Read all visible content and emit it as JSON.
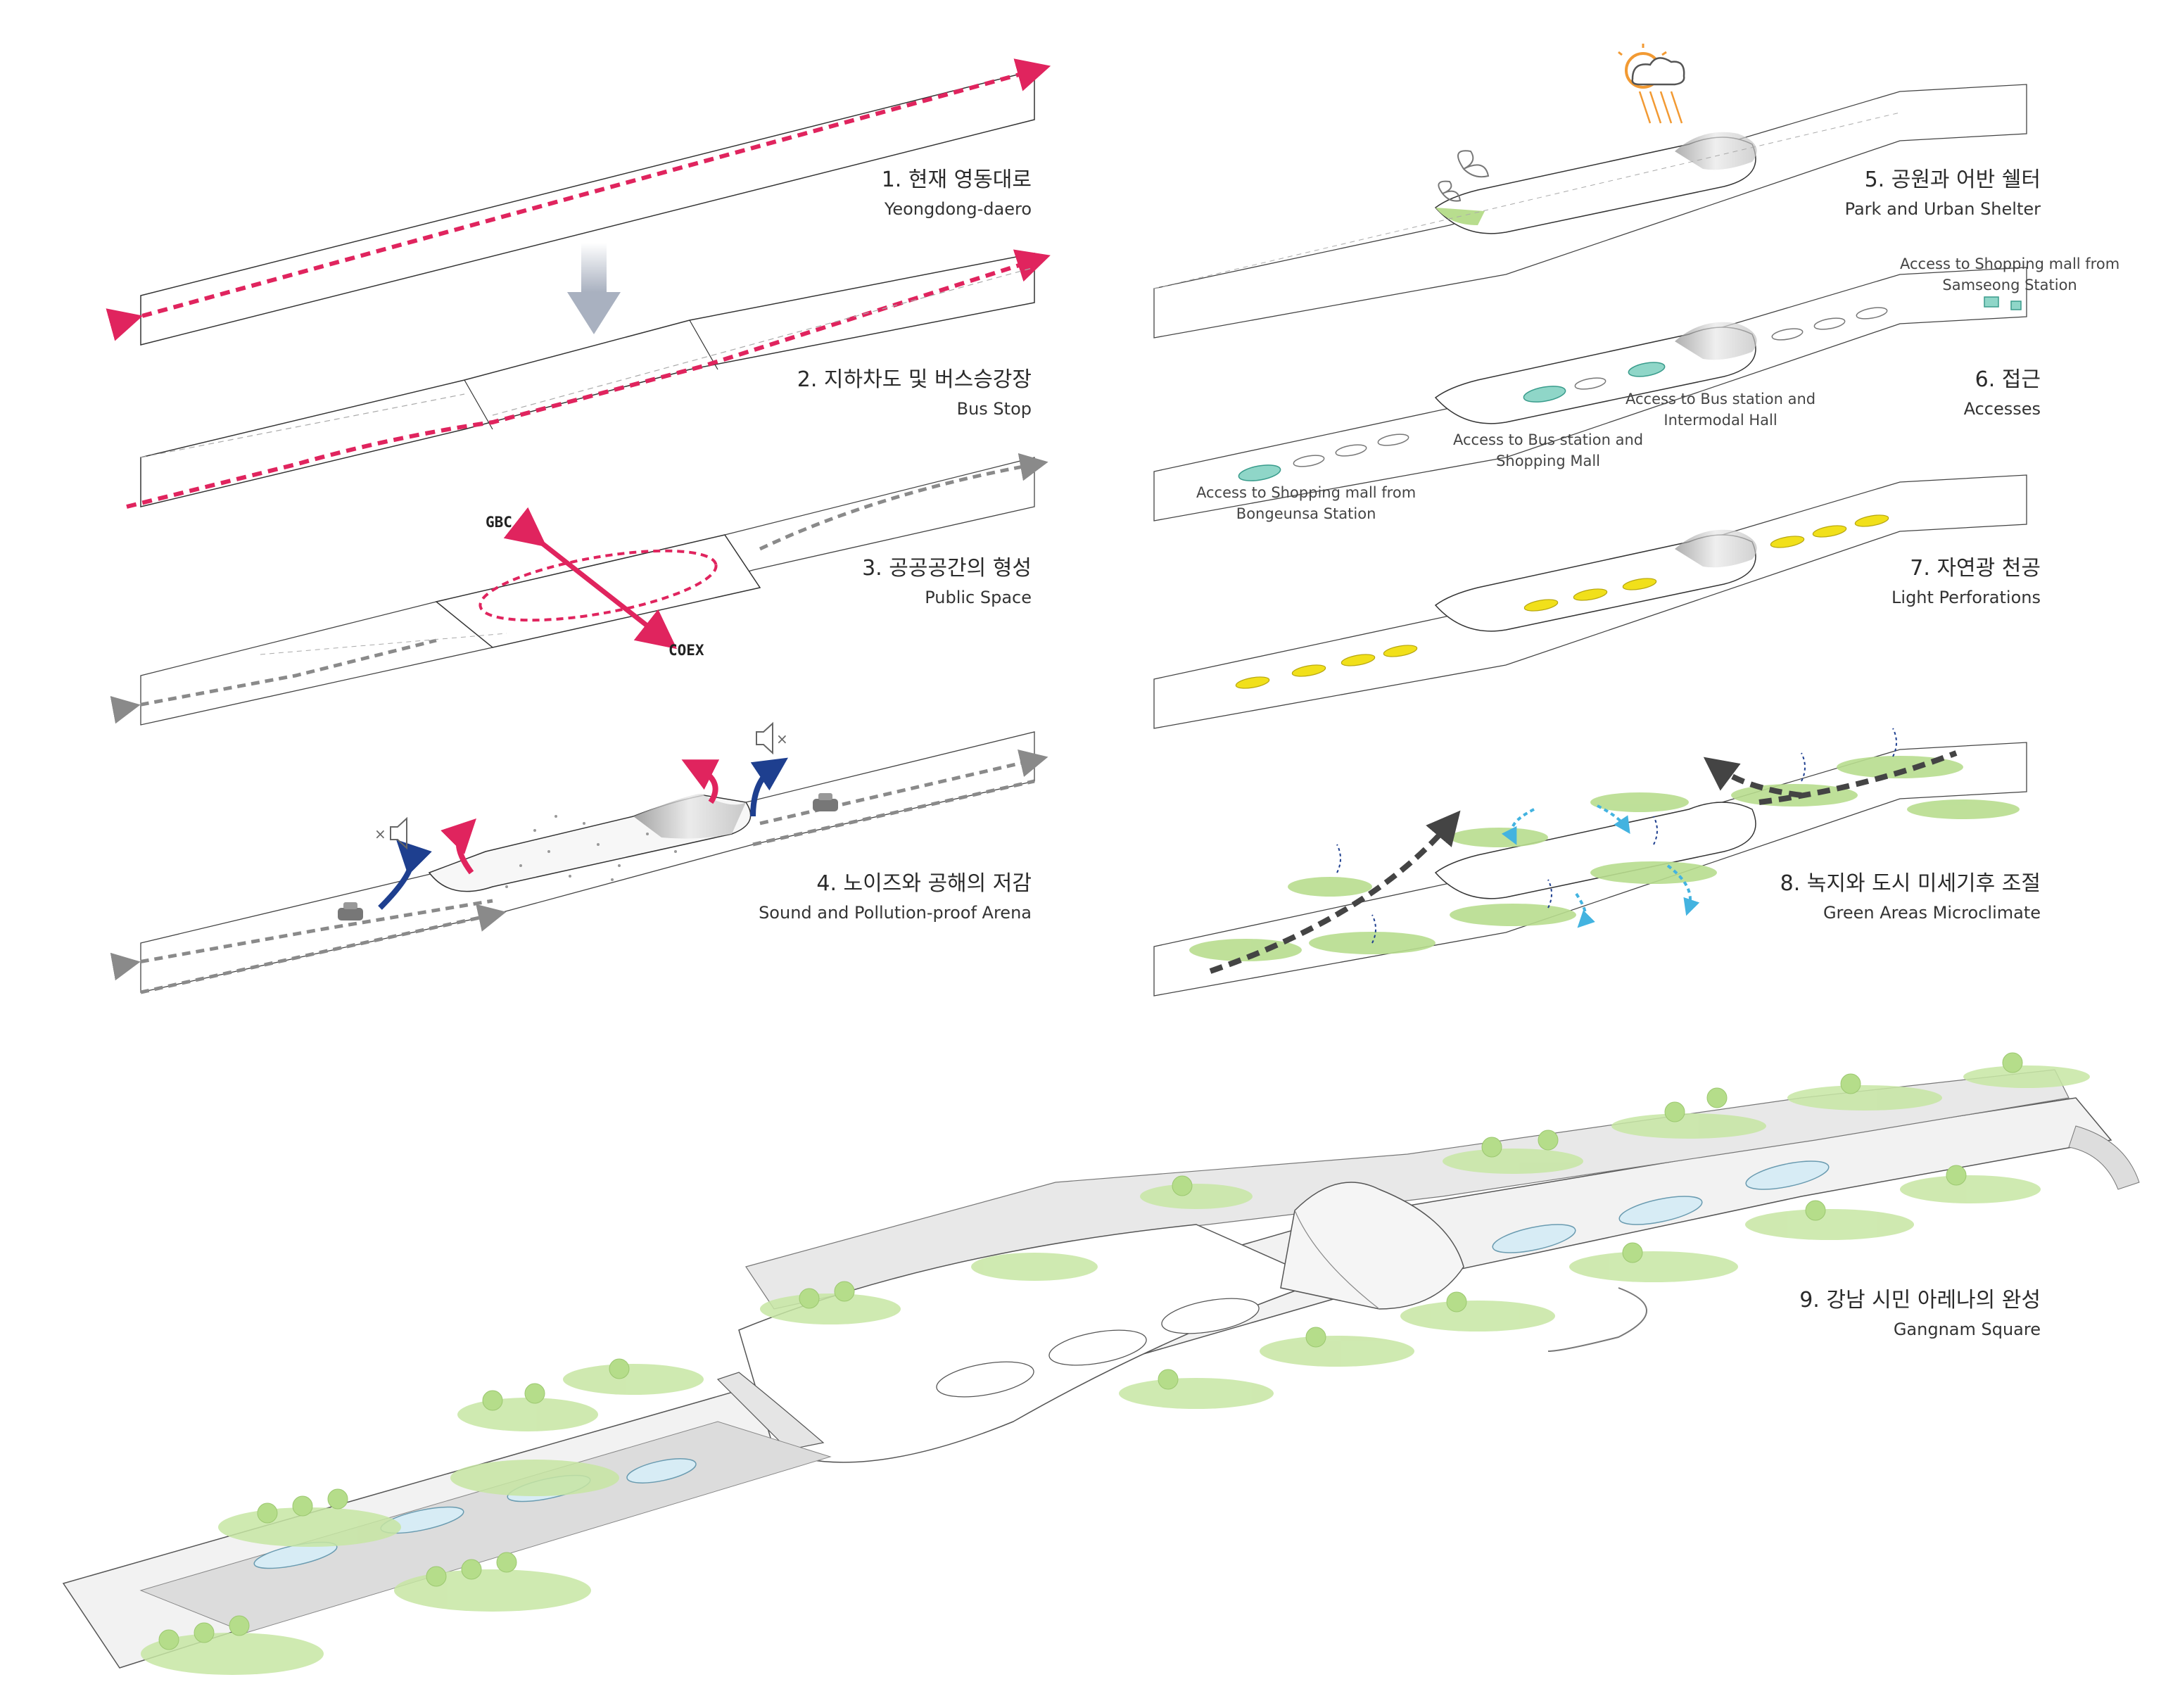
{
  "steps": [
    {
      "ko": "1. 현재 영동대로",
      "en": "Yeongdong-daero"
    },
    {
      "ko": "2. 지하차도 및 버스승강장",
      "en": "Bus Stop"
    },
    {
      "ko": "3. 공공공간의 형성",
      "en": "Public Space"
    },
    {
      "ko": "4. 노이즈와 공해의 저감",
      "en": "Sound and Pollution-proof Arena"
    },
    {
      "ko": "5. 공원과 어반 쉘터",
      "en": "Park and  Urban Shelter"
    },
    {
      "ko": "6. 접근",
      "en": "Accesses"
    },
    {
      "ko": "7. 자연광 천공",
      "en": "Light Perforations"
    },
    {
      "ko": "8. 녹지와 도시 미세기후 조절",
      "en": "Green Areas Microclimate"
    },
    {
      "ko": "9. 강남 시민 아레나의 완성",
      "en": "Gangnam Square"
    }
  ],
  "directions": {
    "north": "GBC",
    "south": "COEX"
  },
  "access_notes": {
    "samseong_1": "Access to Shopping mall from",
    "samseong_2": "Samseong Station",
    "bus_intermodal_1": "Access to Bus station and",
    "bus_intermodal_2": "Intermodal Hall",
    "bus_mall_1": "Access to Bus station and",
    "bus_mall_2": "Shopping Mall",
    "bongeunsa_1": "Access to Shopping mall from",
    "bongeunsa_2": "Bongeunsa Station"
  },
  "colors": {
    "traffic_line": "#e0245e",
    "flow_gray": "#8a8a8a",
    "noise_blue": "#1e3f8f",
    "noise_red": "#e0245e",
    "light_yellow": "#f1e01a",
    "access_teal": "#8fd6c8",
    "tree_green": "#b8dd8e",
    "wind_blue": "#43b3e0",
    "sun_orange": "#f29a33"
  },
  "icons": [
    "down-arrow-icon",
    "speaker-muted-icon",
    "car-icon",
    "butterfly-icon",
    "sun-cloud-icon",
    "tree-icon",
    "wind-arrow-icon"
  ]
}
